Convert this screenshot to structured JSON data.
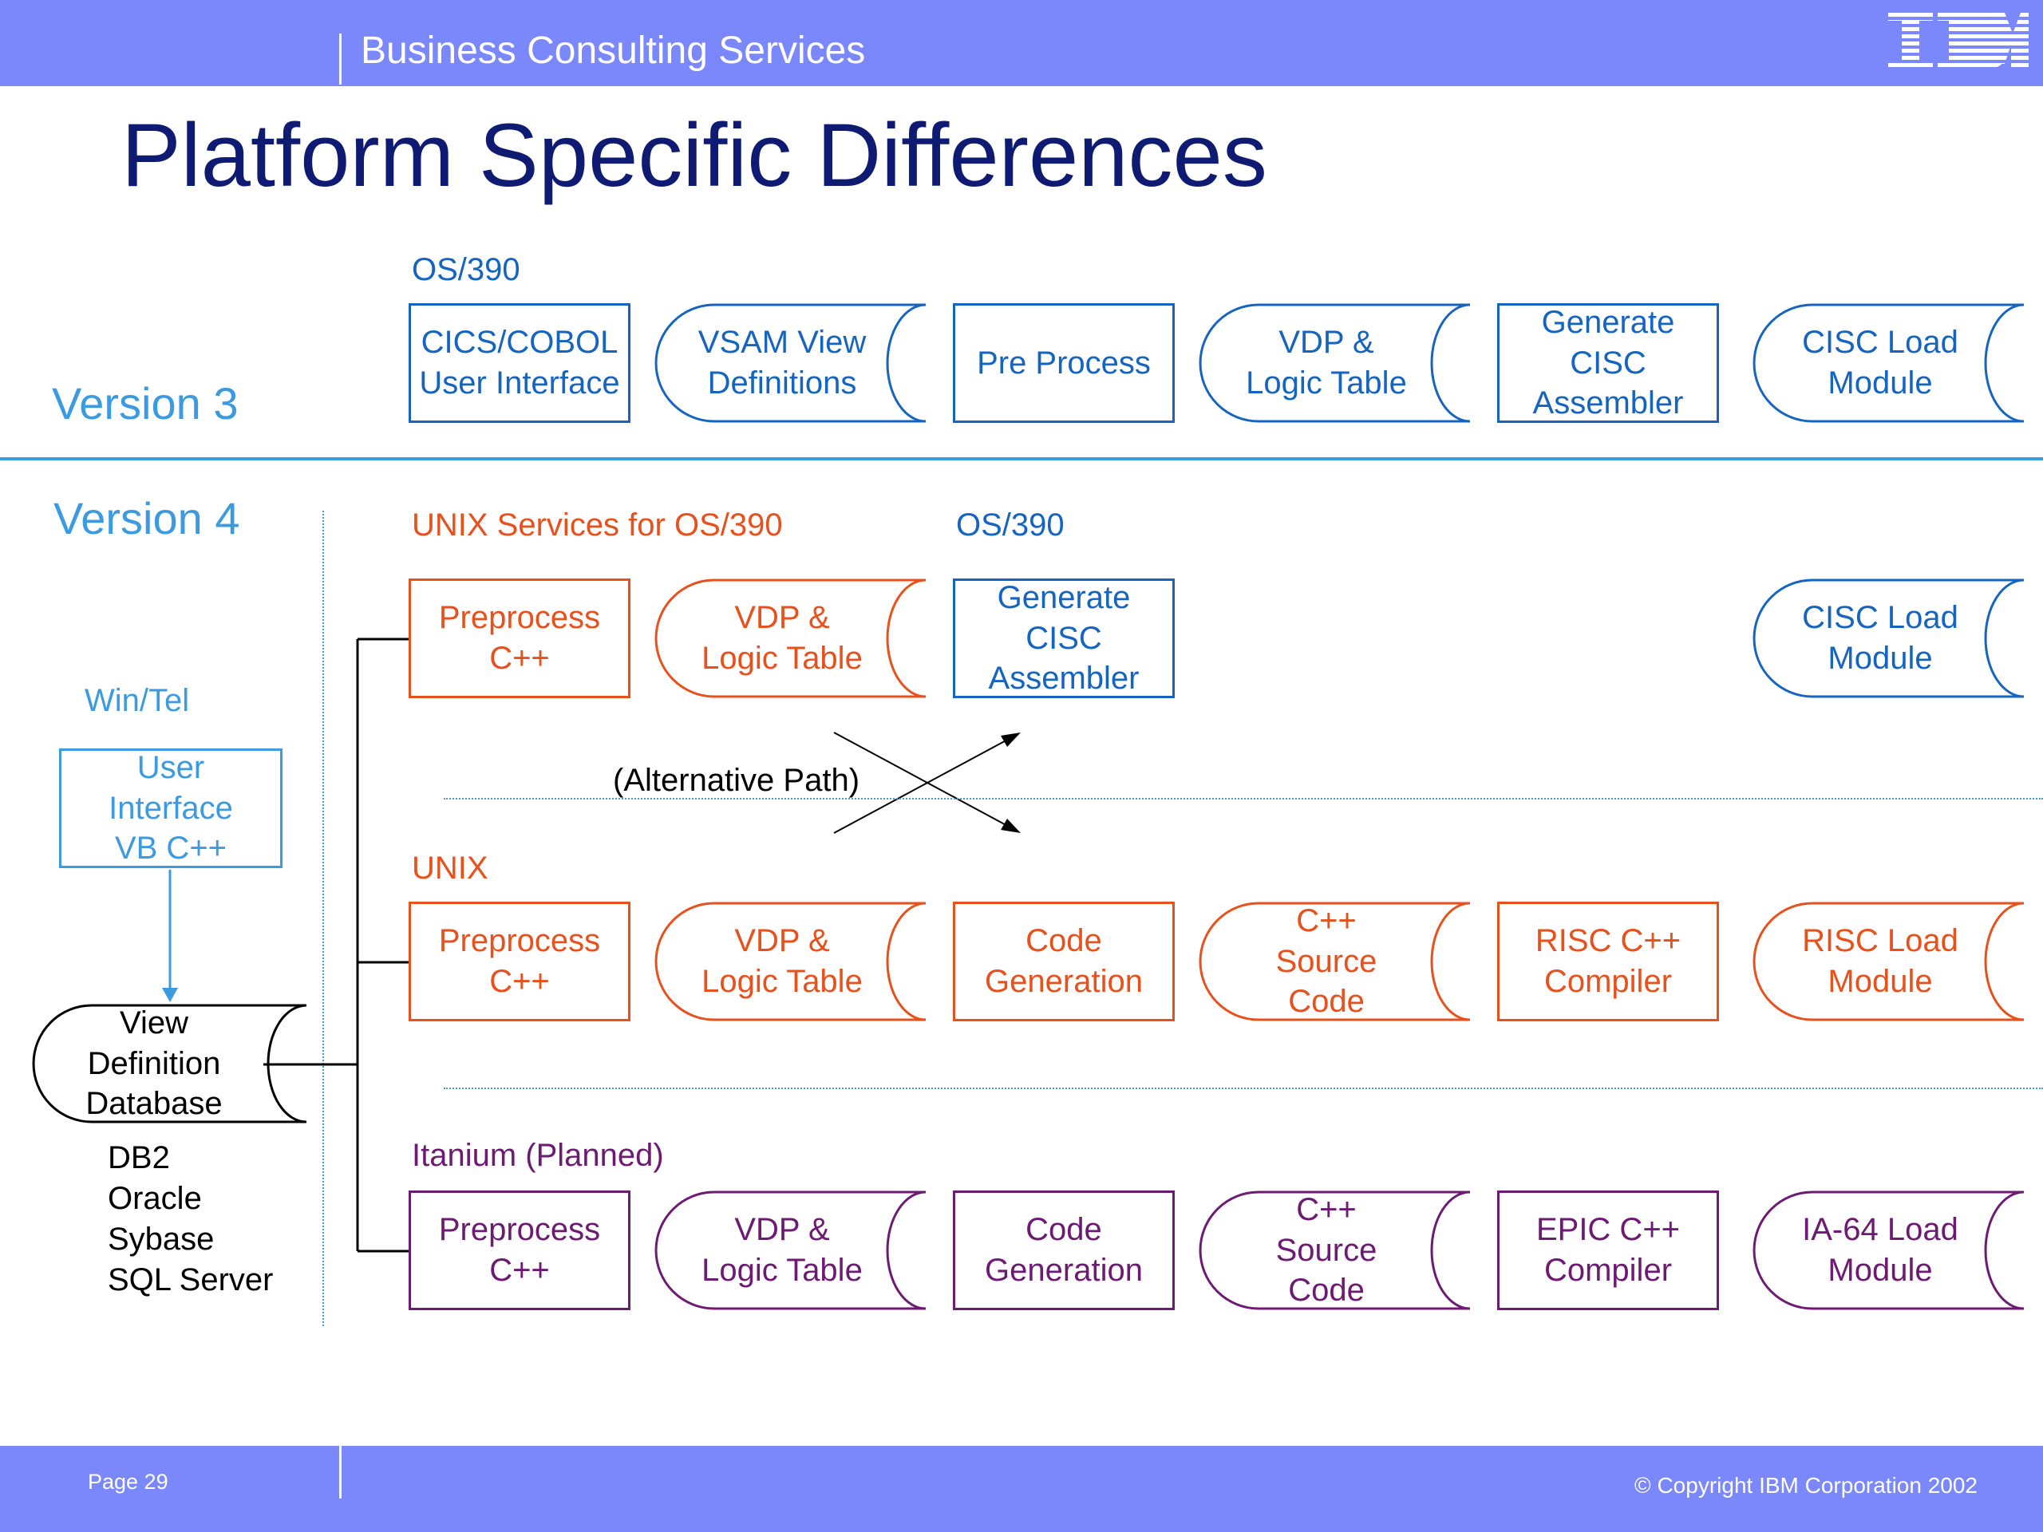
{
  "header": {
    "title": "Business Consulting Services",
    "logo": "IBM"
  },
  "page_title": "Platform Specific Differences",
  "footer": {
    "page": "Page 29",
    "copyright": "© Copyright IBM Corporation 2002"
  },
  "colors": {
    "bar": "#7a88fb",
    "title": "#0f1b72",
    "os390": "#1565c0",
    "unix": "#e8501c",
    "itanium": "#6d1a72",
    "wintel": "#3b9ae0"
  },
  "diagram": {
    "version3": {
      "label": "Version 3",
      "platform": "OS/390",
      "steps": [
        "CICS/COBOL\nUser Interface",
        "VSAM View\nDefinitions",
        "Pre Process",
        "VDP &\nLogic Table",
        "Generate\nCISC\nAssembler",
        "CISC Load\nModule"
      ]
    },
    "version4": {
      "label": "Version 4",
      "wintel": {
        "label": "Win/Tel",
        "ui_box": "User\nInterface\nVB C++"
      },
      "database": {
        "label": "View\nDefinition\nDatabase",
        "products": [
          "DB2",
          "Oracle",
          "Sybase",
          "SQL Server"
        ]
      },
      "alternative_path": "(Alternative Path)",
      "rows": [
        {
          "platform": "UNIX Services for OS/390",
          "platform2": "OS/390",
          "steps": [
            "Preprocess\nC++",
            "VDP &\nLogic Table",
            "Generate\nCISC\nAssembler",
            "CISC Load\nModule"
          ]
        },
        {
          "platform": "UNIX",
          "steps": [
            "Preprocess\nC++",
            "VDP &\nLogic Table",
            "Code\nGeneration",
            "C++\nSource\nCode",
            "RISC C++\nCompiler",
            "RISC Load\nModule"
          ]
        },
        {
          "platform": "Itanium (Planned)",
          "steps": [
            "Preprocess\nC++",
            "VDP &\nLogic Table",
            "Code\nGeneration",
            "C++\nSource\nCode",
            "EPIC C++\nCompiler",
            "IA-64 Load\nModule"
          ]
        }
      ]
    }
  }
}
